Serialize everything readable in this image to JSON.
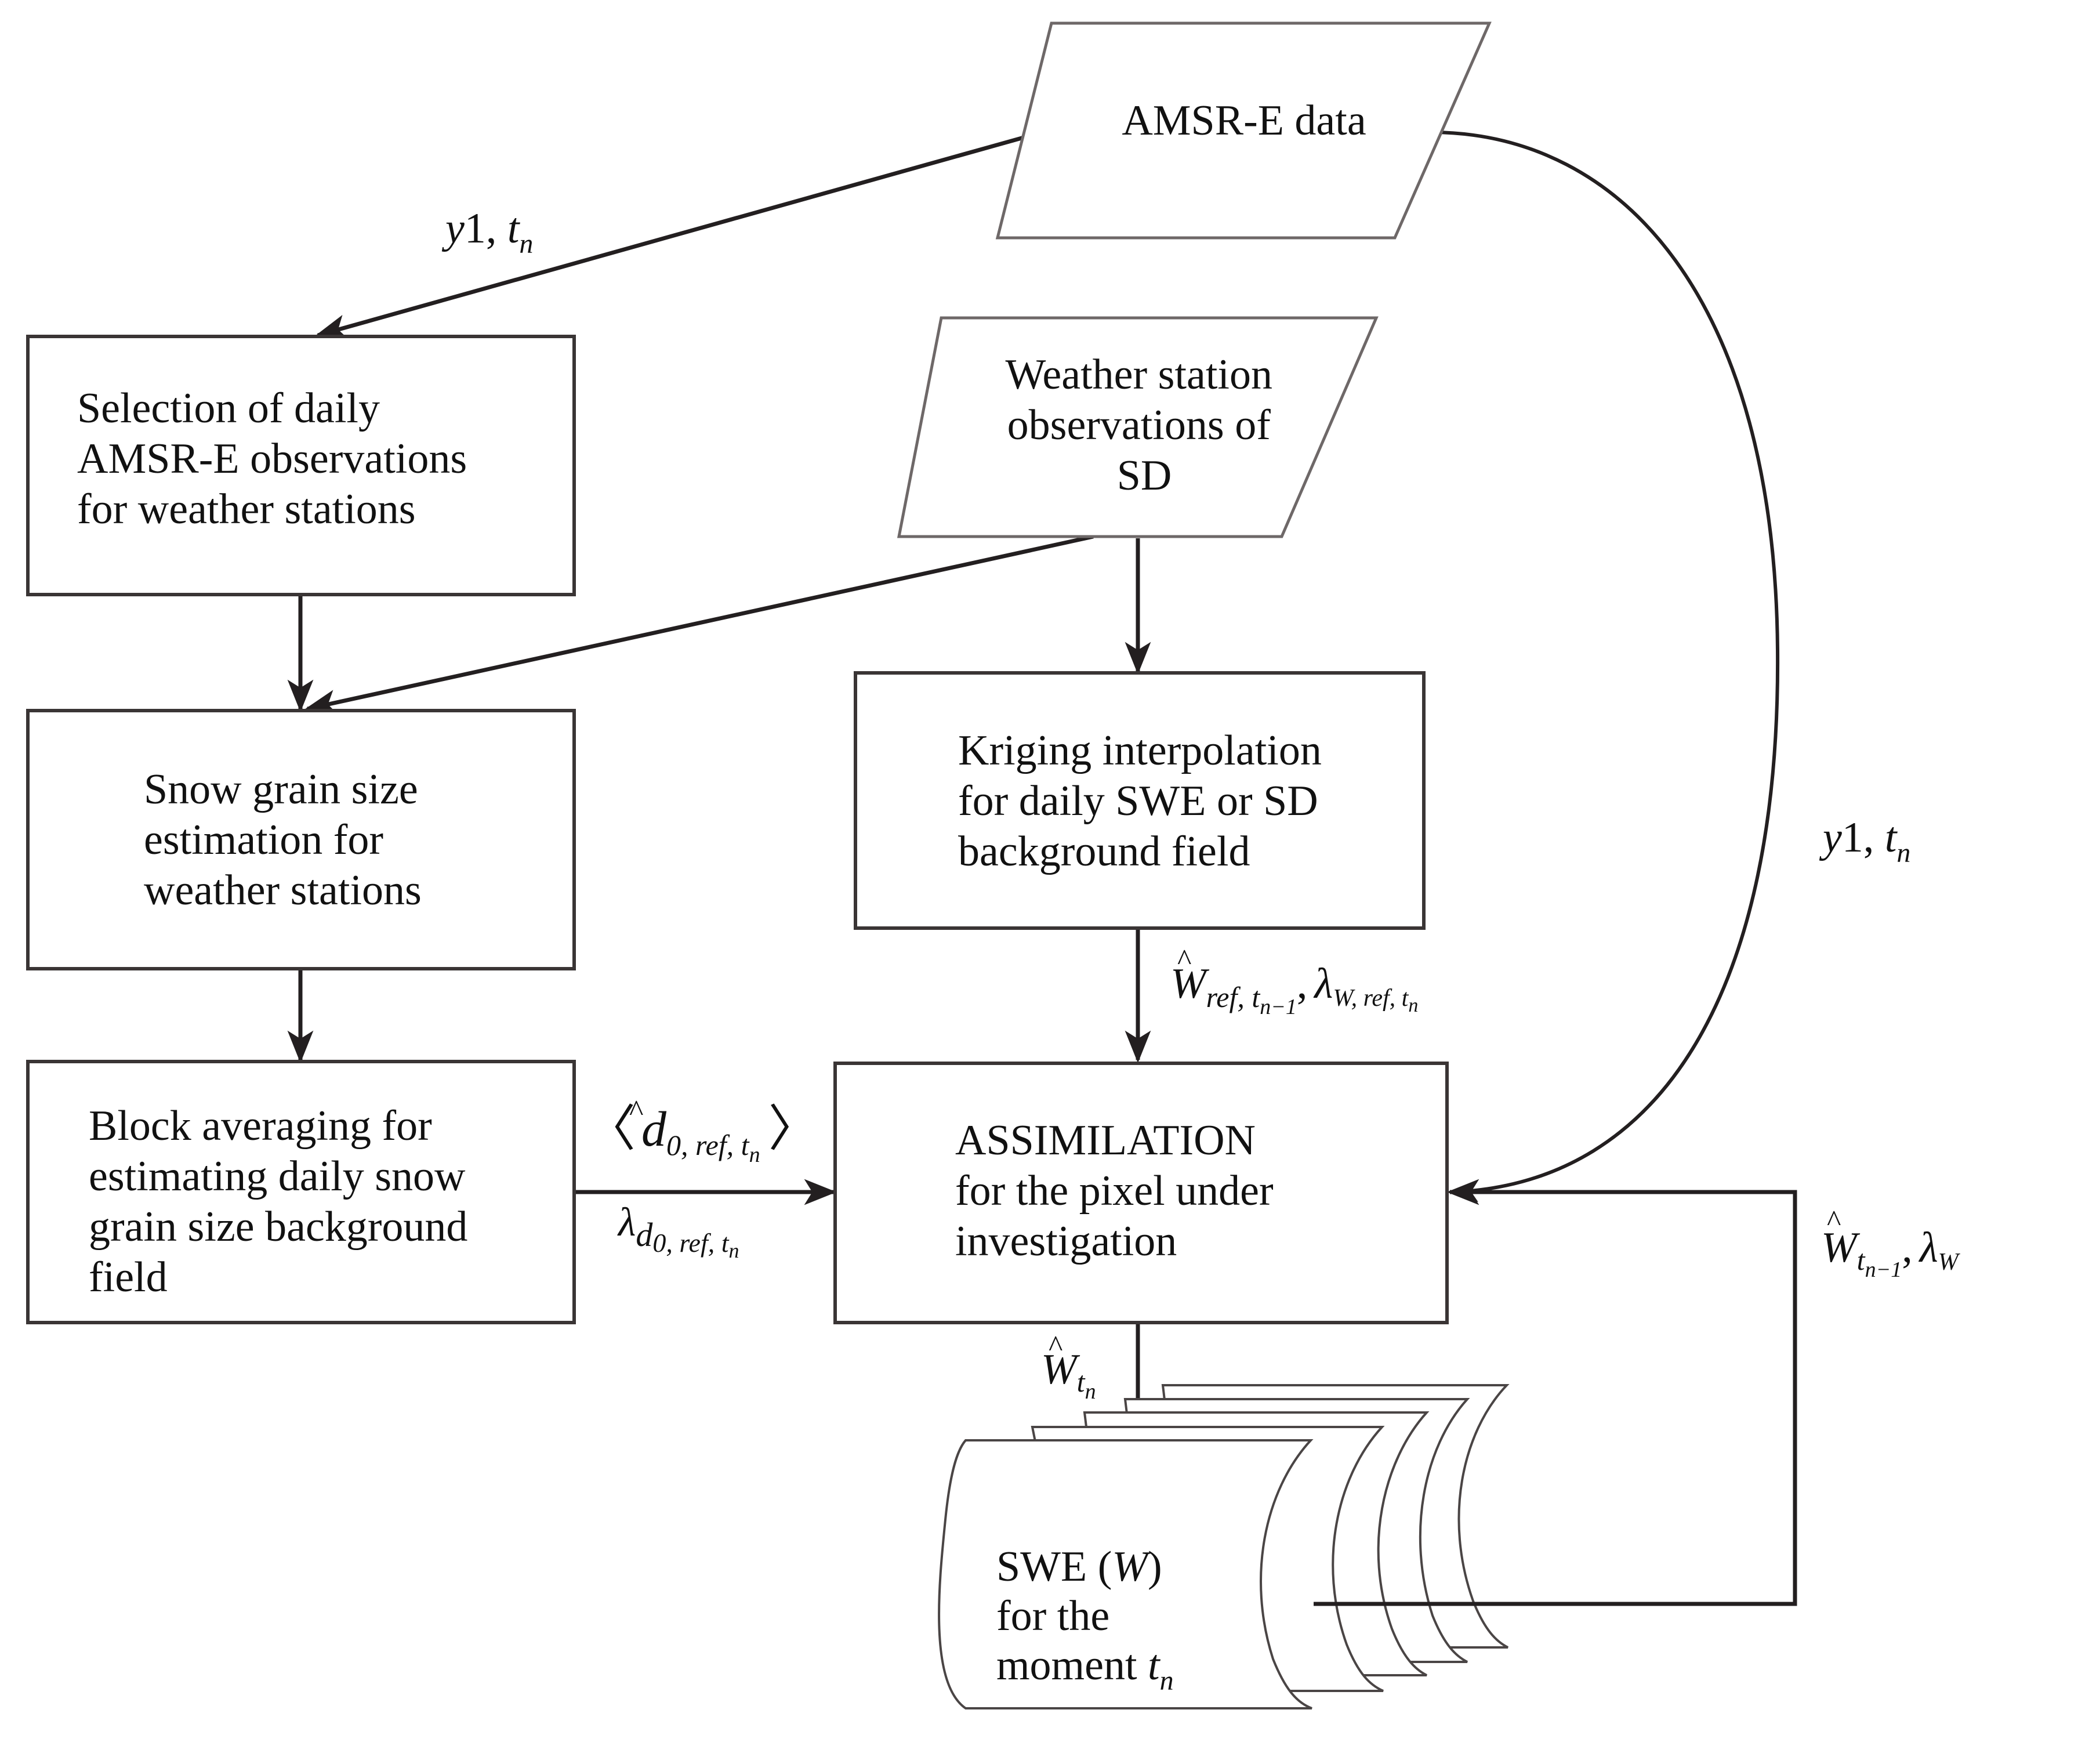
{
  "figure": {
    "type": "flowchart",
    "description": "SWE data assimilation flowchart"
  },
  "nodes": {
    "amsr": {
      "shape": "data-parallelogram",
      "lines": [
        "AMSR-E data"
      ]
    },
    "selection": {
      "shape": "process-box",
      "lines": [
        "Selection of daily",
        "AMSR-E observations",
        "for weather stations"
      ]
    },
    "weather": {
      "shape": "data-parallelogram",
      "lines": [
        "Weather station",
        "observations of",
        "SD"
      ]
    },
    "grain": {
      "shape": "process-box",
      "lines": [
        "Snow grain size",
        "estimation for",
        "weather stations"
      ]
    },
    "kriging": {
      "shape": "process-box",
      "lines": [
        "Kriging interpolation",
        "for daily SWE or SD",
        "background field"
      ]
    },
    "block": {
      "shape": "process-box",
      "lines": [
        "Block averaging for",
        "estimating daily snow",
        "grain size background",
        "field"
      ]
    },
    "assim": {
      "shape": "process-box",
      "lines": [
        "ASSIMILATION",
        "for the pixel under",
        "investigation"
      ]
    },
    "swe": {
      "shape": "multi-document",
      "line1": "SWE (",
      "line1_var": "W",
      "line1_end": ")",
      "line2": "for the",
      "line3": "moment ",
      "line3_var": "t",
      "line3_sub": "n"
    }
  },
  "edge_labels": {
    "amsr_to_selection": {
      "var": "y",
      "num": "1, ",
      "t": "t",
      "sub": "n"
    },
    "amsr_to_assim": {
      "var": "y",
      "num": "1, ",
      "t": "t",
      "sub": "n"
    },
    "kriging_to_assim": {
      "hat": "^",
      "w": "W",
      "sub1": "ref, t",
      "sub1_sub": "n−1",
      "comma": ",",
      "lambda": "λ",
      "sub2": "W, ref, t",
      "sub2_sub": "n"
    },
    "block_to_assim_top": {
      "open": "〈",
      "hat": "^",
      "d": "d",
      "sub": "0, ref, t",
      "sub_sub": "n",
      "close": "〉"
    },
    "block_to_assim_bottom": {
      "lambda": "λ",
      "d": "d",
      "sub": "0, ref, t",
      "sub_sub": "n"
    },
    "assim_to_swe": {
      "hat": "^",
      "w": "W",
      "t": "t",
      "sub": "n"
    },
    "swe_feedback": {
      "hat": "^",
      "w": "W",
      "t": "t",
      "sub": "n−1",
      "comma": ",",
      "lambda": "λ",
      "lsub": "W"
    }
  },
  "edges": [
    {
      "from": "amsr",
      "to": "selection"
    },
    {
      "from": "amsr",
      "to": "assim"
    },
    {
      "from": "selection",
      "to": "grain"
    },
    {
      "from": "weather",
      "to": "grain"
    },
    {
      "from": "weather",
      "to": "kriging"
    },
    {
      "from": "grain",
      "to": "block"
    },
    {
      "from": "kriging",
      "to": "assim"
    },
    {
      "from": "block",
      "to": "assim"
    },
    {
      "from": "assim",
      "to": "swe"
    },
    {
      "from": "swe",
      "to": "assim"
    }
  ]
}
